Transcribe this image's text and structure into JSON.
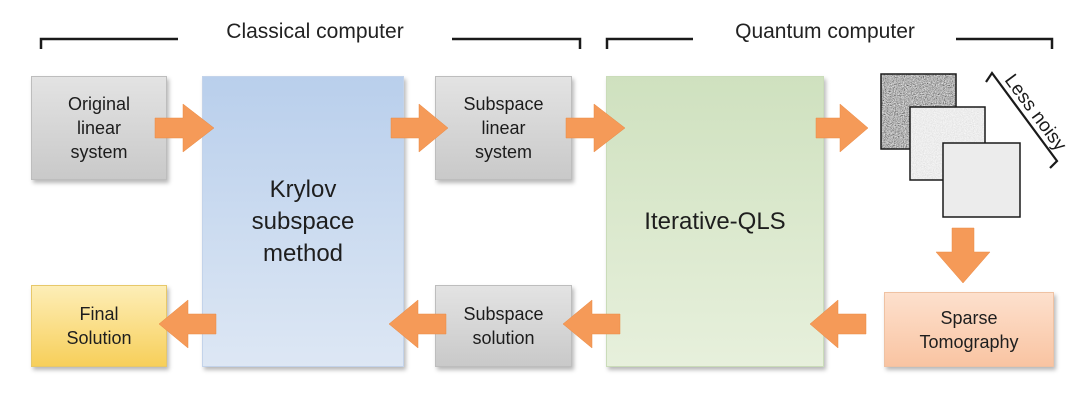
{
  "headers": {
    "classical": "Classical computer",
    "quantum": "Quantum computer"
  },
  "boxes": {
    "original": "Original\nlinear\nsystem",
    "krylov": "Krylov\nsubspace\nmethod",
    "subspace_system": "Subspace\nlinear\nsystem",
    "iterative": "Iterative-QLS",
    "subspace_solution": "Subspace\nsolution",
    "final": "Final\nSolution",
    "sparse": "Sparse\nTomography"
  },
  "noise_label": "Less noisy",
  "colors": {
    "arrow": "#f59a58",
    "krylov": "#c9d9ef",
    "iterative": "#d9e7cc",
    "final": "#f9d86a",
    "sparse": "#fbcfb1",
    "gray_box": "#d5d5d5"
  }
}
